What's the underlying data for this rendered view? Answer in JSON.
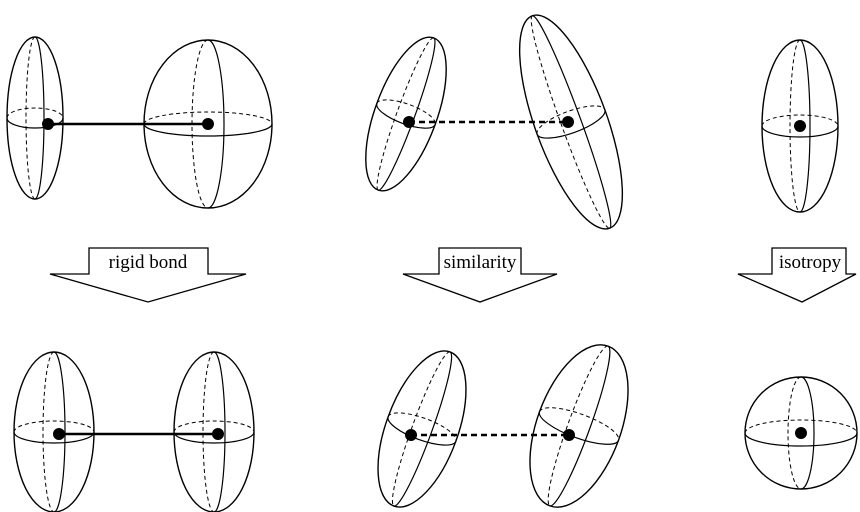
{
  "arrows": {
    "rigid_bond": "rigid bond",
    "similarity": "similarity",
    "isotropy": "isotropy"
  }
}
